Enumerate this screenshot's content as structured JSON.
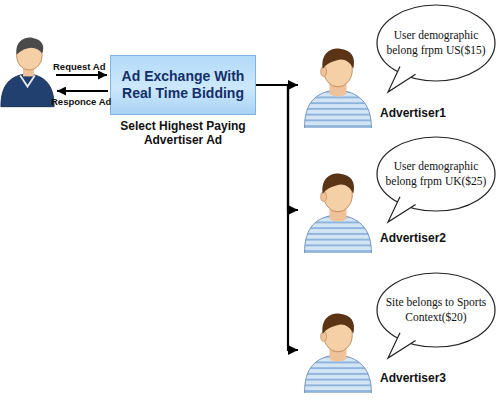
{
  "diagram": {
    "nodes": [
      {
        "text": [
          "Ad Exchange With Real Time Bidding",
          "Select Highest Paying Advertiser Ad"
        ]
      },
      {
        "text": [
          "User demographic belong frpm US($15)"
        ]
      },
      {
        "text": [
          "Advertiser1"
        ]
      },
      {
        "text": [
          "User demographic belong frpm UK($25)"
        ]
      },
      {
        "text": [
          "Advertiser2"
        ]
      },
      {
        "text": [
          "Site belongs to Sports Context($20)"
        ]
      },
      {
        "text": [
          "Advertiser3"
        ]
      }
    ],
    "edges": [
      {
        "from": 0,
        "to": 2,
        "arrow": "to"
      },
      {
        "from": 0,
        "to": 4,
        "arrow": "to"
      },
      {
        "from": 0,
        "to": 6,
        "arrow": "to"
      }
    ],
    "labels": [
      "Request Ad",
      "Responce Ad"
    ]
  }
}
